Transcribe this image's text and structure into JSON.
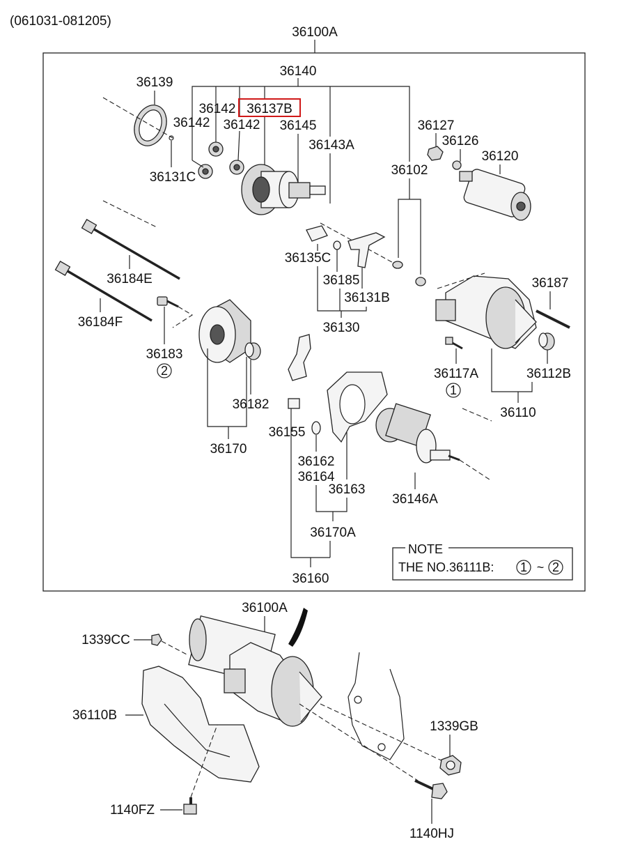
{
  "header": {
    "date_range": "(061031-081205)"
  },
  "labels": {
    "p36100A_top": "36100A",
    "p36140": "36140",
    "p36139": "36139",
    "p36142_a": "36142",
    "p36137B": "36137B",
    "p36142_b": "36142",
    "p36142_c": "36142",
    "p36145": "36145",
    "p36143A": "36143A",
    "p36127": "36127",
    "p36126": "36126",
    "p36120": "36120",
    "p36131C": "36131C",
    "p36102": "36102",
    "p36135C": "36135C",
    "p36185": "36185",
    "p36131B": "36131B",
    "p36130": "36130",
    "p36184E": "36184E",
    "p36184F": "36184F",
    "p36183": "36183",
    "p36182": "36182",
    "p36170": "36170",
    "p36187": "36187",
    "p36117A": "36117A",
    "p36112B": "36112B",
    "p36110": "36110",
    "p36155": "36155",
    "p36162": "36162",
    "p36164": "36164",
    "p36163": "36163",
    "p36146A": "36146A",
    "p36170A": "36170A",
    "p36160": "36160",
    "p36100A_bottom": "36100A",
    "p1339CC": "1339CC",
    "p36110B": "36110B",
    "p1339GB": "1339GB",
    "p1140FZ": "1140FZ",
    "p1140HJ": "1140HJ"
  },
  "markers": {
    "m1_a": "1",
    "m2_a": "2",
    "m1_note": "1",
    "m2_note": "2"
  },
  "note": {
    "title": "NOTE",
    "text": "THE NO.36111B:",
    "tilde": "~"
  },
  "highlight": {
    "part": "36137B",
    "color": "#d01818"
  }
}
